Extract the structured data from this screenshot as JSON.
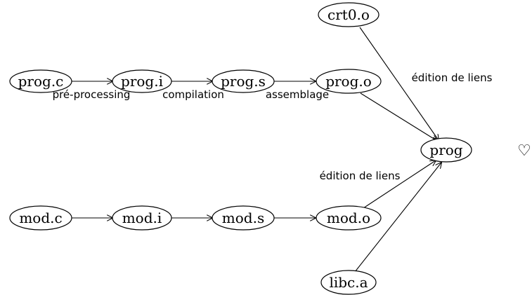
{
  "nodes": {
    "crt0": "crt0.o",
    "prog_c": "prog.c",
    "prog_i": "prog.i",
    "prog_s": "prog.s",
    "prog_o": "prog.o",
    "prog": "prog",
    "mod_c": "mod.c",
    "mod_i": "mod.i",
    "mod_s": "mod.s",
    "mod_o": "mod.o",
    "libc": "libc.a"
  },
  "edge_labels": {
    "preprocessing": "pré-processing",
    "compilation": "compilation",
    "assemblage": "assemblage",
    "edition_top": "édition de liens",
    "edition_bottom": "édition de liens"
  },
  "decorations": {
    "heart_glyph": "♡"
  }
}
